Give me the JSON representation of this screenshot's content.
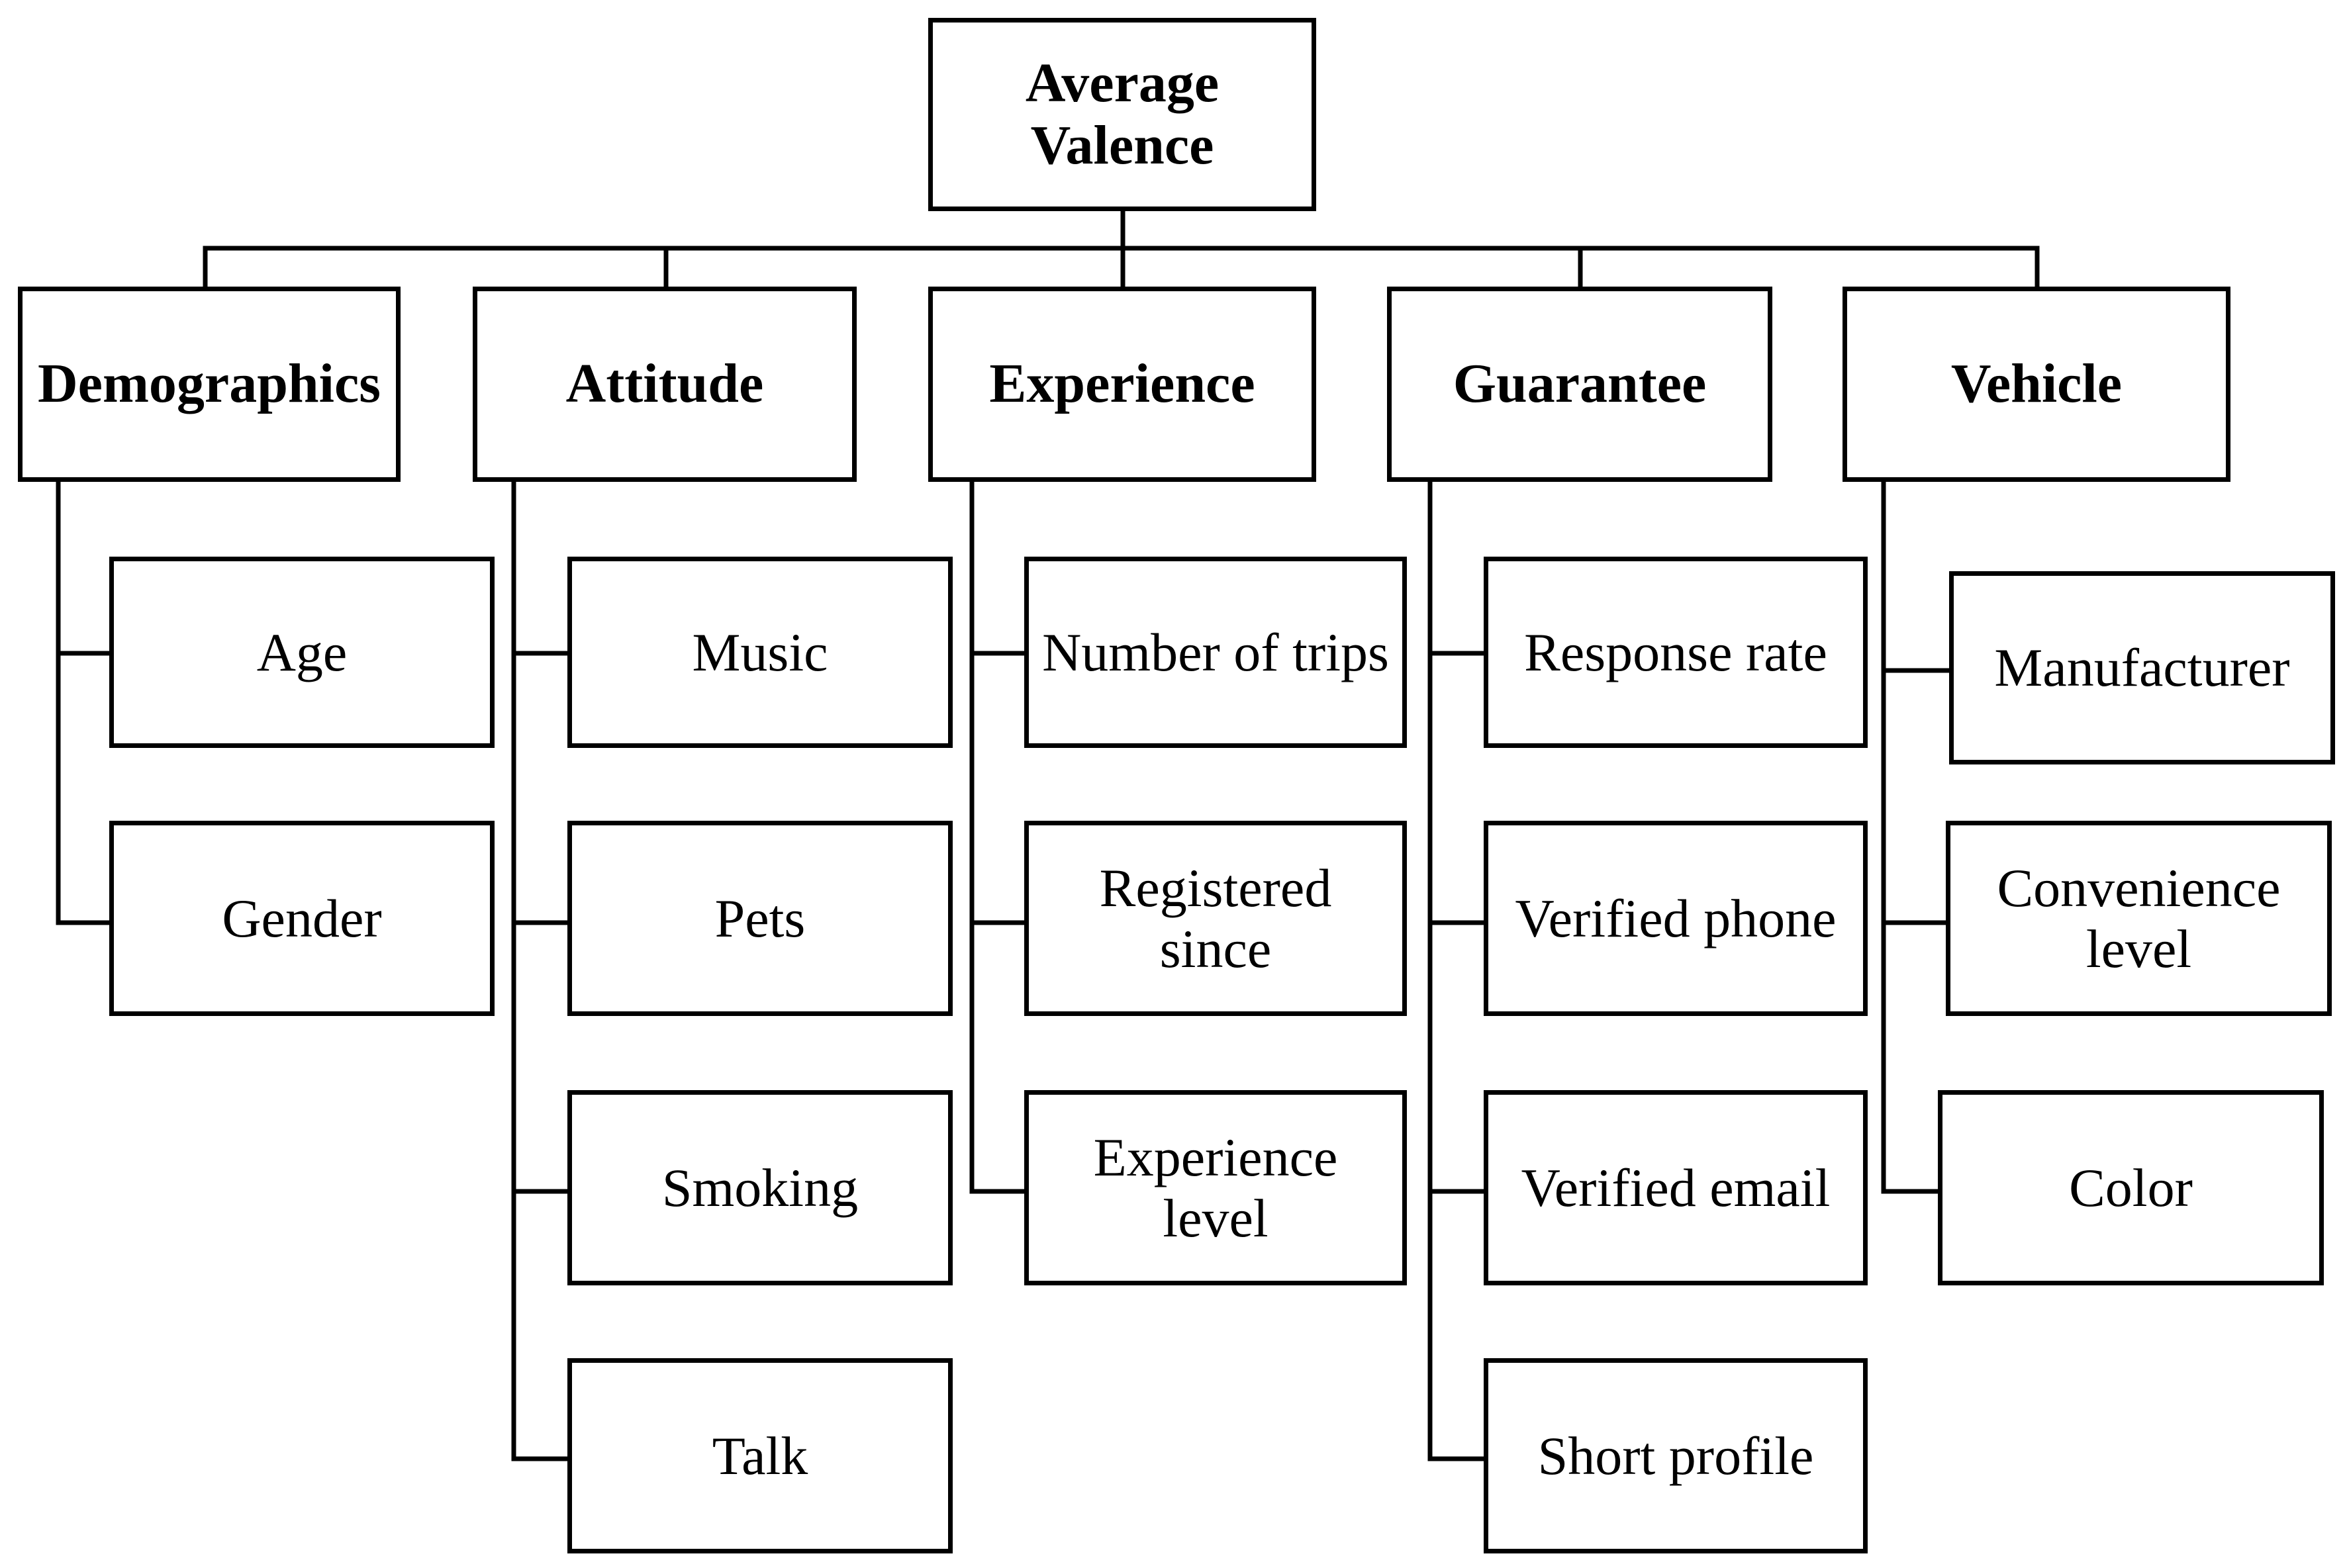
{
  "diagram": {
    "root": {
      "label": "Average\nValence"
    },
    "categories": [
      {
        "label": "Demographics",
        "items": [
          "Age",
          "Gender"
        ]
      },
      {
        "label": "Attitude",
        "items": [
          "Music",
          "Pets",
          "Smoking",
          "Talk"
        ]
      },
      {
        "label": "Experience",
        "items": [
          "Number of trips",
          "Registered\nsince",
          "Experience\nlevel"
        ]
      },
      {
        "label": "Guarantee",
        "items": [
          "Response rate",
          "Verified phone",
          "Verified email",
          "Short profile"
        ]
      },
      {
        "label": "Vehicle",
        "items": [
          "Manufacturer",
          "Convenience\nlevel",
          "Color"
        ]
      }
    ]
  }
}
